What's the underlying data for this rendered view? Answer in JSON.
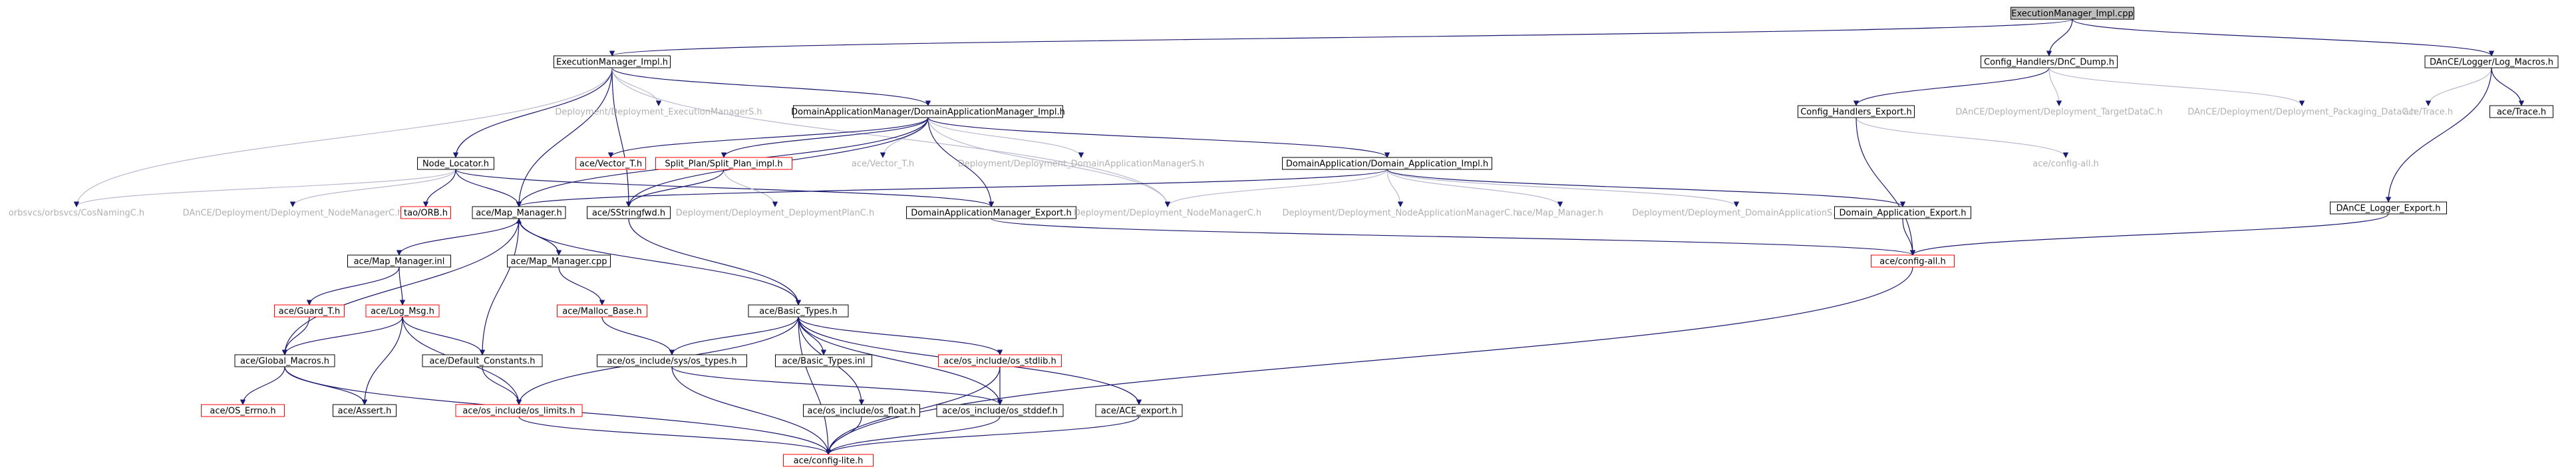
{
  "graph": {
    "colors": {
      "edge": "#191970",
      "box_border": "#000000",
      "truncated_border": "#ff0000",
      "root_fill": "#bfbfbf",
      "box_fill": "#ffffff",
      "text": "#000000",
      "faded_text": "#b0b0b0"
    },
    "nodes": [
      {
        "id": "root",
        "label": "ExecutionManager_Impl.cpp",
        "style": "root"
      },
      {
        "id": "emi",
        "label": "ExecutionManager_Impl.h",
        "style": "box"
      },
      {
        "id": "cfgdump",
        "label": "Config_Handlers/DnC_Dump.h",
        "style": "box"
      },
      {
        "id": "logmacros",
        "label": "DAnCE/Logger/Log_Macros.h",
        "style": "box"
      },
      {
        "id": "emS",
        "label": "Deployment/Deployment_ExecutionManagerS.h",
        "style": "plain"
      },
      {
        "id": "dam",
        "label": "DomainApplicationManager/DomainApplicationManager_Impl.h",
        "style": "box"
      },
      {
        "id": "cfgexport",
        "label": "Config_Handlers_Export.h",
        "style": "box"
      },
      {
        "id": "tdatac",
        "label": "DAnCE/Deployment/Deployment_TargetDataC.h",
        "style": "plain"
      },
      {
        "id": "pdatac",
        "label": "DAnCE/Deployment/Deployment_Packaging_DataC.h",
        "style": "plain"
      },
      {
        "id": "trace1",
        "label": "ace/Trace.h",
        "style": "plain"
      },
      {
        "id": "trace2",
        "label": "ace/Trace.h",
        "style": "box"
      },
      {
        "id": "nodeloc",
        "label": "Node_Locator.h",
        "style": "box"
      },
      {
        "id": "vectort1",
        "label": "ace/Vector_T.h",
        "style": "red"
      },
      {
        "id": "split",
        "label": "Split_Plan/Split_Plan_impl.h",
        "style": "red"
      },
      {
        "id": "vectort2",
        "label": "ace/Vector_T.h",
        "style": "plain"
      },
      {
        "id": "damS",
        "label": "Deployment/Deployment_DomainApplicationManagerS.h",
        "style": "plain"
      },
      {
        "id": "dai",
        "label": "DomainApplication/Domain_Application_Impl.h",
        "style": "box"
      },
      {
        "id": "cfgall1",
        "label": "ace/config-all.h",
        "style": "plain"
      },
      {
        "id": "loggerexport",
        "label": "DAnCE_Logger_Export.h",
        "style": "box"
      },
      {
        "id": "cosnaming",
        "label": "orbsvcs/orbsvcs/CosNamingC.h",
        "style": "plain"
      },
      {
        "id": "nmC1",
        "label": "DAnCE/Deployment/Deployment_NodeManagerC.h",
        "style": "plain"
      },
      {
        "id": "taoorb",
        "label": "tao/ORB.h",
        "style": "red"
      },
      {
        "id": "mapmgr",
        "label": "ace/Map_Manager.h",
        "style": "box"
      },
      {
        "id": "sstring",
        "label": "ace/SStringfwd.h",
        "style": "box"
      },
      {
        "id": "planC",
        "label": "Deployment/Deployment_DeploymentPlanC.h",
        "style": "plain"
      },
      {
        "id": "damexport",
        "label": "DomainApplicationManager_Export.h",
        "style": "box"
      },
      {
        "id": "nmC2",
        "label": "Deployment/Deployment_NodeManagerC.h",
        "style": "plain"
      },
      {
        "id": "namC",
        "label": "Deployment/Deployment_NodeApplicationManagerC.h",
        "style": "plain"
      },
      {
        "id": "mapmgr2",
        "label": "ace/Map_Manager.h",
        "style": "plain"
      },
      {
        "id": "daS",
        "label": "Deployment/Deployment_DomainApplicationS.h",
        "style": "plain"
      },
      {
        "id": "daexport",
        "label": "Domain_Application_Export.h",
        "style": "box"
      },
      {
        "id": "mapinl",
        "label": "ace/Map_Manager.inl",
        "style": "box"
      },
      {
        "id": "mapcpp",
        "label": "ace/Map_Manager.cpp",
        "style": "box"
      },
      {
        "id": "cfgall2",
        "label": "ace/config-all.h",
        "style": "red"
      },
      {
        "id": "guard",
        "label": "ace/Guard_T.h",
        "style": "red"
      },
      {
        "id": "logmsg",
        "label": "ace/Log_Msg.h",
        "style": "red"
      },
      {
        "id": "malloc",
        "label": "ace/Malloc_Base.h",
        "style": "red"
      },
      {
        "id": "basictypes",
        "label": "ace/Basic_Types.h",
        "style": "box"
      },
      {
        "id": "globalmacros",
        "label": "ace/Global_Macros.h",
        "style": "box"
      },
      {
        "id": "defconst",
        "label": "ace/Default_Constants.h",
        "style": "box"
      },
      {
        "id": "systypes",
        "label": "ace/os_include/sys/os_types.h",
        "style": "box"
      },
      {
        "id": "basicinl",
        "label": "ace/Basic_Types.inl",
        "style": "box"
      },
      {
        "id": "stdlib",
        "label": "ace/os_include/os_stdlib.h",
        "style": "red"
      },
      {
        "id": "oserrno",
        "label": "ace/OS_Errno.h",
        "style": "red"
      },
      {
        "id": "assert",
        "label": "ace/Assert.h",
        "style": "box"
      },
      {
        "id": "limits",
        "label": "ace/os_include/os_limits.h",
        "style": "red"
      },
      {
        "id": "osfloat",
        "label": "ace/os_include/os_float.h",
        "style": "box"
      },
      {
        "id": "stddef",
        "label": "ace/os_include/os_stddef.h",
        "style": "box"
      },
      {
        "id": "aceexport",
        "label": "ace/ACE_export.h",
        "style": "box"
      },
      {
        "id": "cfglite",
        "label": "ace/config-lite.h",
        "style": "red"
      }
    ]
  }
}
